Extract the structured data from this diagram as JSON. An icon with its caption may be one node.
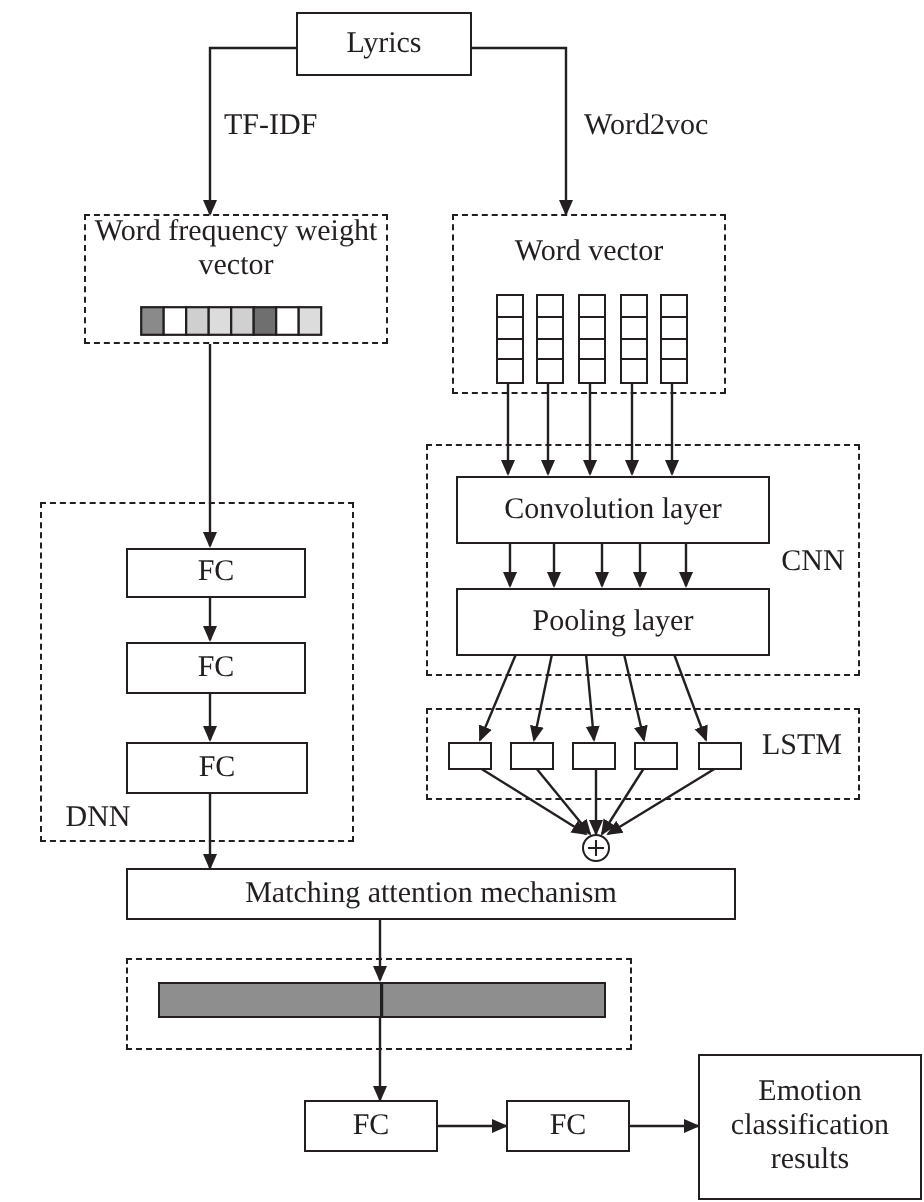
{
  "diagram": {
    "nodes": [
      {
        "text": [
          "Lyrics"
        ]
      },
      {
        "text": [
          "Word frequency weight vector"
        ]
      },
      {
        "text": [
          "Word vector"
        ]
      },
      {
        "text": [],
        "shape": "bar",
        "in": 2
      },
      {
        "text": [],
        "shape": "bar",
        "in": 2
      },
      {
        "text": [],
        "shape": "bar",
        "in": 2
      },
      {
        "text": [],
        "shape": "bar",
        "in": 2
      },
      {
        "text": [],
        "shape": "bar",
        "in": 2
      },
      {
        "text": [
          "DNN"
        ]
      },
      {
        "text": [
          "FC"
        ],
        "in": 8
      },
      {
        "text": [
          "FC"
        ],
        "in": 8
      },
      {
        "text": [
          "FC"
        ],
        "in": 8
      },
      {
        "text": [
          "CNN"
        ]
      },
      {
        "text": [
          "Convolution layer"
        ],
        "in": 12
      },
      {
        "text": [
          "Pooling layer"
        ],
        "in": 12
      },
      {
        "text": [
          "LSTM"
        ]
      },
      {
        "text": [],
        "shape": "box",
        "in": 15
      },
      {
        "text": [],
        "shape": "box",
        "in": 15
      },
      {
        "text": [],
        "shape": "box",
        "in": 15
      },
      {
        "text": [],
        "shape": "box",
        "in": 15
      },
      {
        "text": [],
        "shape": "box",
        "in": 15
      },
      {
        "text": [],
        "shape": "circle"
      },
      {
        "text": [
          "Matching attention mechanism"
        ]
      },
      {
        "text": [],
        "shape": "box"
      },
      {
        "text": [],
        "shape": "bar",
        "in": 23
      },
      {
        "text": [
          "FC"
        ]
      },
      {
        "text": [
          "FC"
        ]
      },
      {
        "text": [
          "Emotion classification results"
        ]
      }
    ],
    "edges": [
      {
        "from": 0,
        "to": 1,
        "arrow": "to",
        "label": "TF-IDF"
      },
      {
        "from": 0,
        "to": 2,
        "arrow": "to",
        "label": "Word2voc"
      },
      {
        "from": 1,
        "to": 9,
        "arrow": "to"
      },
      {
        "from": 3,
        "to": 13,
        "arrow": "to"
      },
      {
        "from": 4,
        "to": 13,
        "arrow": "to"
      },
      {
        "from": 5,
        "to": 13,
        "arrow": "to"
      },
      {
        "from": 6,
        "to": 13,
        "arrow": "to"
      },
      {
        "from": 7,
        "to": 13,
        "arrow": "to"
      },
      {
        "from": 13,
        "to": 14,
        "arrow": "to"
      },
      {
        "from": 13,
        "to": 14,
        "arrow": "to"
      },
      {
        "from": 13,
        "to": 14,
        "arrow": "to"
      },
      {
        "from": 13,
        "to": 14,
        "arrow": "to"
      },
      {
        "from": 13,
        "to": 14,
        "arrow": "to"
      },
      {
        "from": 14,
        "to": 16,
        "arrow": "to"
      },
      {
        "from": 14,
        "to": 17,
        "arrow": "to"
      },
      {
        "from": 14,
        "to": 18,
        "arrow": "to"
      },
      {
        "from": 14,
        "to": 19,
        "arrow": "to"
      },
      {
        "from": 14,
        "to": 20,
        "arrow": "to"
      },
      {
        "from": 16,
        "to": 21,
        "arrow": "to"
      },
      {
        "from": 17,
        "to": 21,
        "arrow": "to"
      },
      {
        "from": 18,
        "to": 21,
        "arrow": "to"
      },
      {
        "from": 19,
        "to": 21,
        "arrow": "to"
      },
      {
        "from": 20,
        "to": 21,
        "arrow": "to"
      },
      {
        "from": 9,
        "to": 10,
        "arrow": "to"
      },
      {
        "from": 10,
        "to": 11,
        "arrow": "to"
      },
      {
        "from": 11,
        "to": 22,
        "arrow": "to"
      },
      {
        "from": 22,
        "to": 24,
        "arrow": "to"
      },
      {
        "from": 24,
        "to": 25,
        "arrow": "to"
      },
      {
        "from": 25,
        "to": 26,
        "arrow": "to"
      },
      {
        "from": 26,
        "to": 27,
        "arrow": "to"
      }
    ]
  }
}
